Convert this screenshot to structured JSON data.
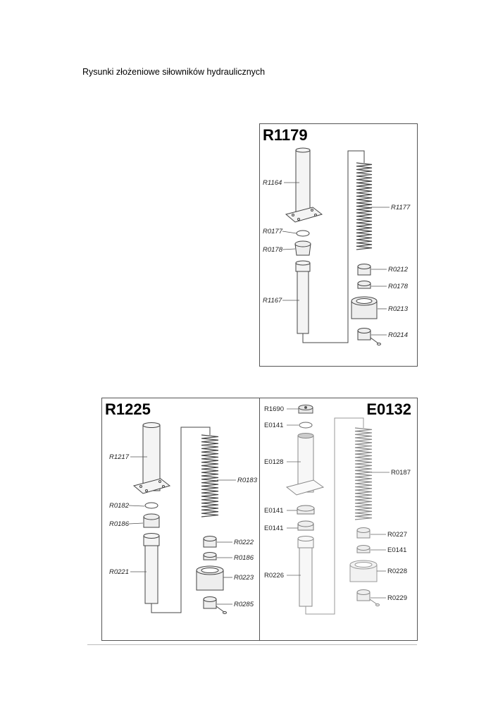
{
  "page": {
    "title": "Rysunki złożeniowe siłowników hydraulicznych"
  },
  "panels": {
    "r1179": {
      "code": "R1179",
      "labels": {
        "tube_top": "R1164",
        "spring": "R1177",
        "ring": "R0177",
        "bushing": "R0178",
        "tube_bottom": "R1167",
        "cup": "R0212",
        "ring2": "R0178",
        "base": "R0213",
        "foot": "R0214"
      }
    },
    "r1225": {
      "code": "R1225",
      "labels": {
        "tube_top": "R1217",
        "spring": "R0183",
        "ring": "R0182",
        "bushing": "R0186",
        "tube_bottom": "R0221",
        "cup": "R0222",
        "ring2": "R0186",
        "base": "R0223",
        "foot": "R0285"
      }
    },
    "e0132": {
      "code": "E0132",
      "labels": {
        "cap": "R1690",
        "ring_top": "E0141",
        "tube_top": "E0128",
        "spring": "R0187",
        "ring": "E0141",
        "bushing": "E0141",
        "tube_bottom": "R0226",
        "cup": "R0227",
        "ring2": "E0141",
        "base": "R0228",
        "foot": "R0229"
      }
    }
  }
}
